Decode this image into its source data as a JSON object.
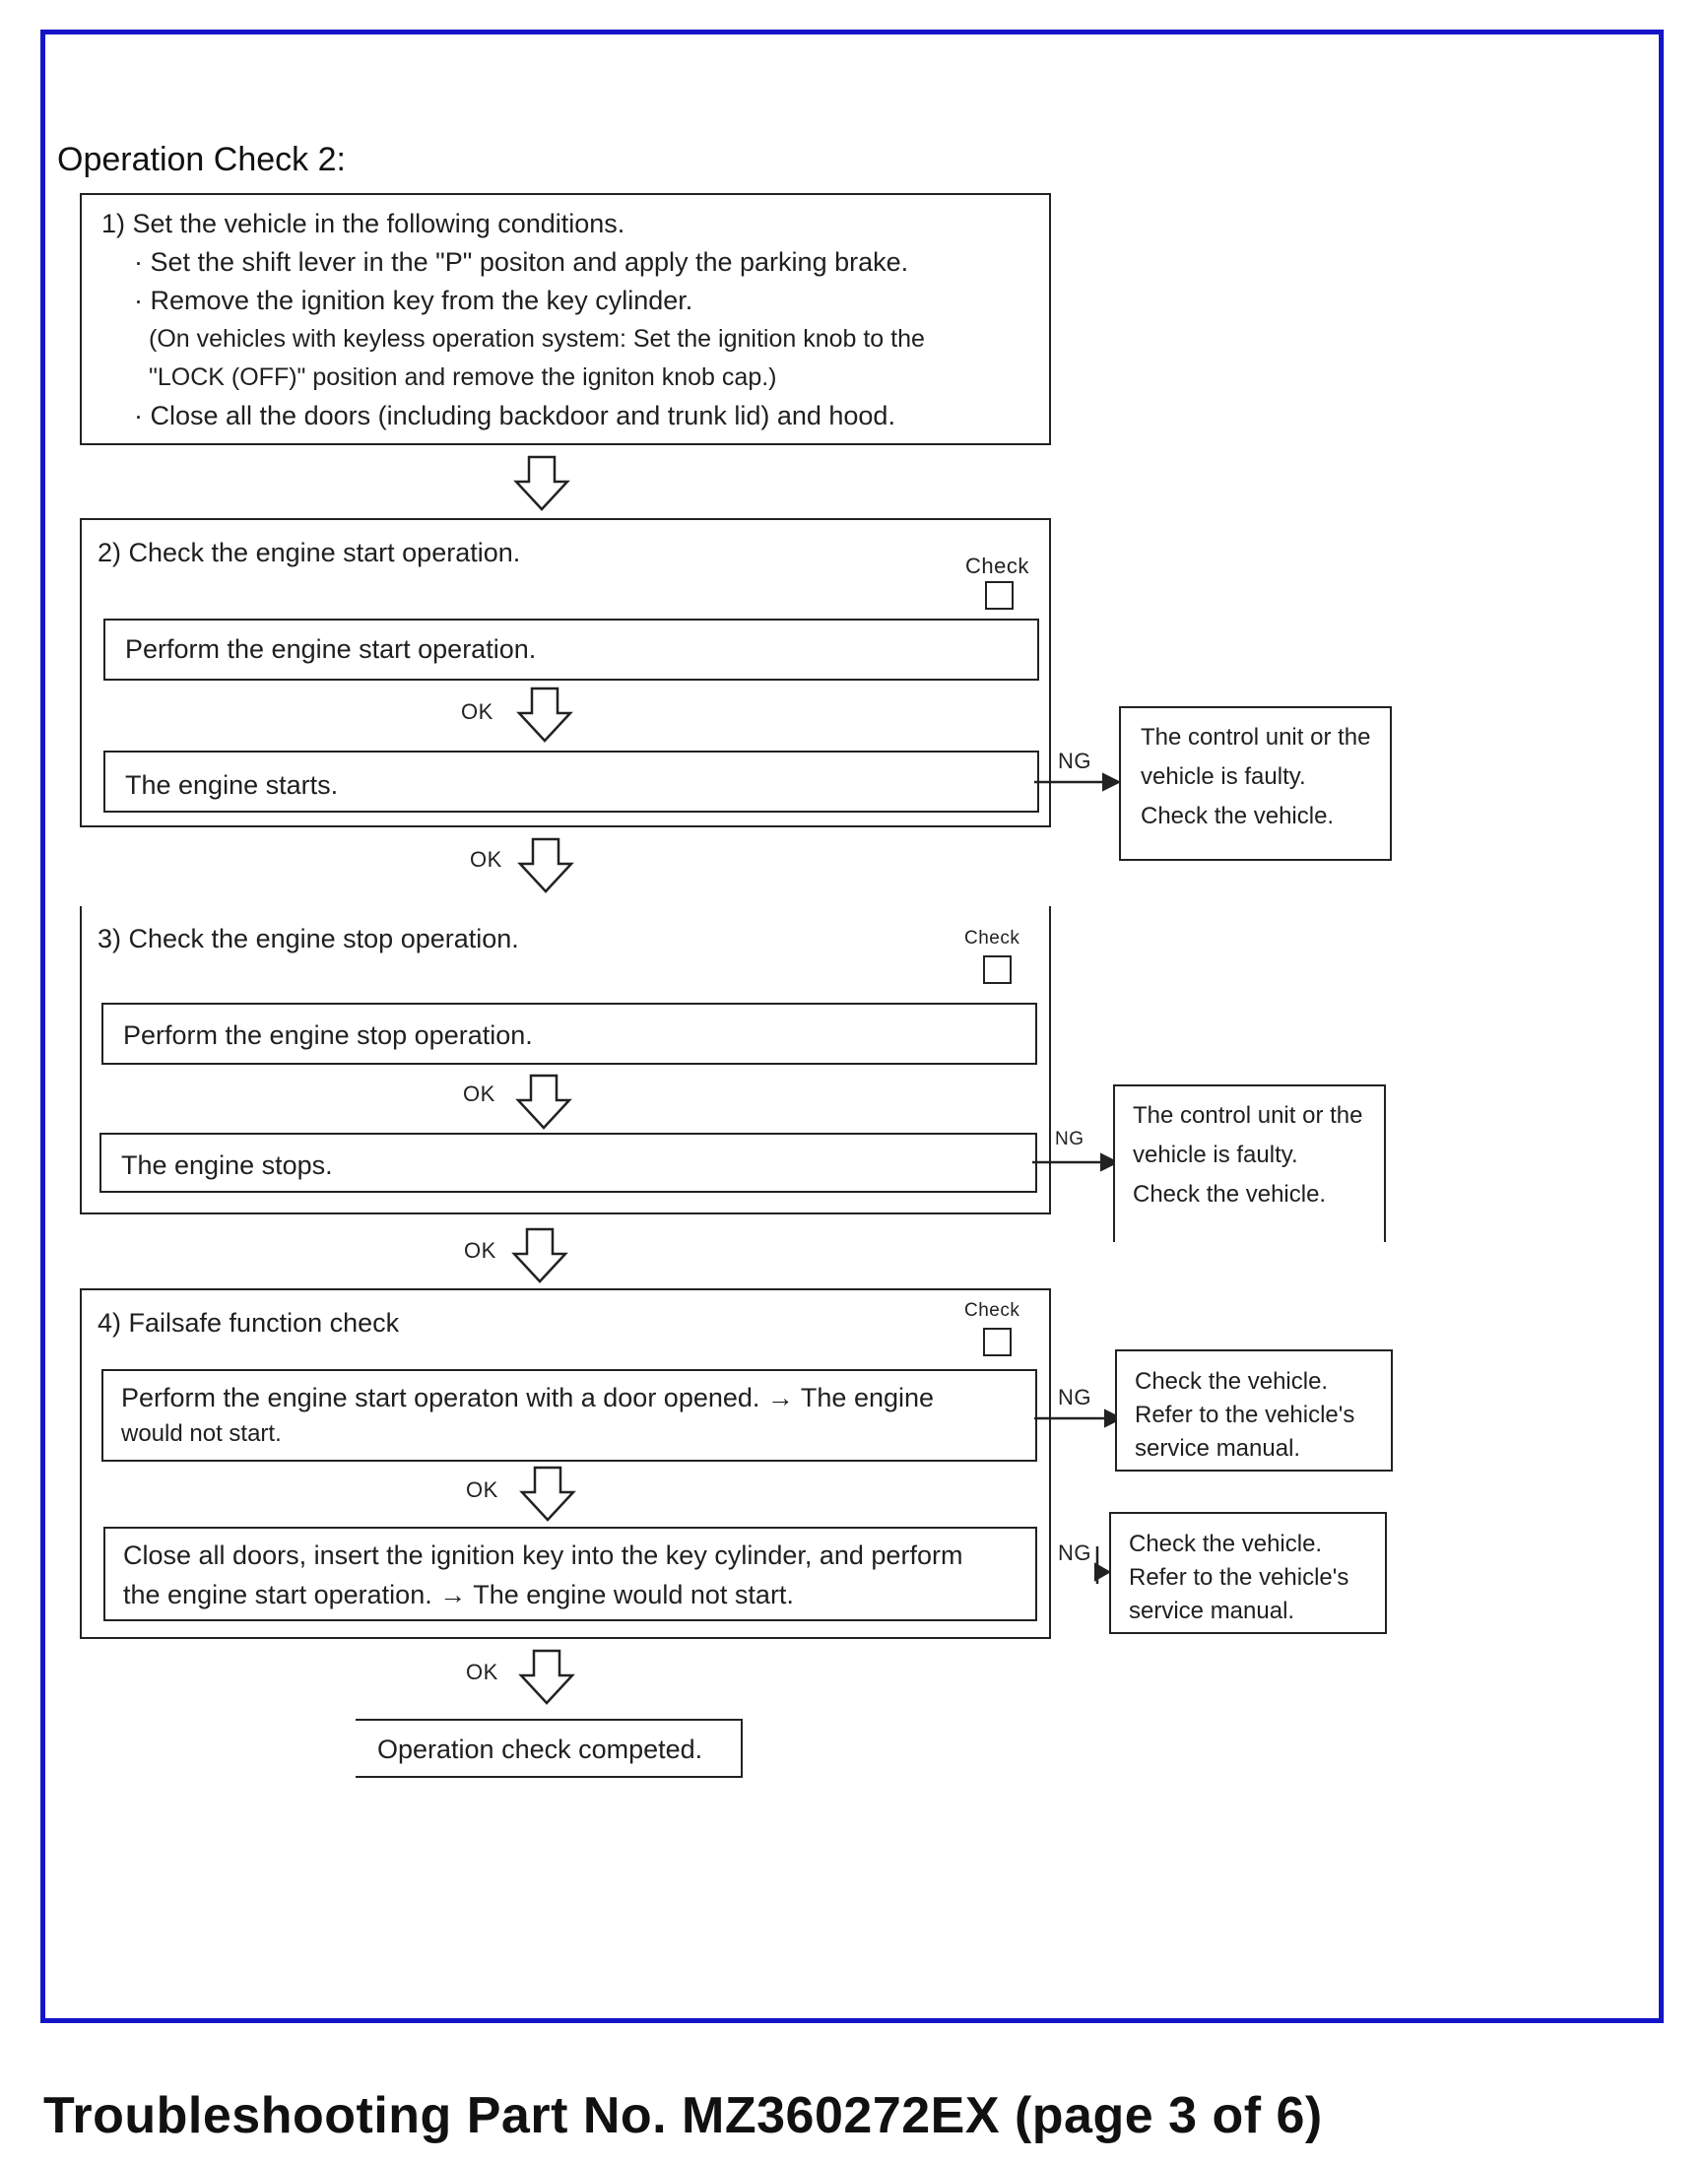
{
  "title": "Operation Check 2:",
  "step1": {
    "heading": "1) Set the vehicle in the following conditions.",
    "lines": [
      "· Set the shift lever in the \"P\" positon and apply the parking brake.",
      "· Remove the ignition key from the key cylinder.",
      "(On vehicles with keyless operation system: Set the ignition knob to the",
      "\"LOCK (OFF)\" position and remove the igniton knob cap.)",
      "· Close all the doors (including backdoor and trunk lid) and hood."
    ]
  },
  "step2": {
    "heading": "2) Check the engine start operation.",
    "check_label": "Check",
    "action": "Perform the engine start operation.",
    "result": "The engine starts.",
    "ok_label": "OK",
    "ng_label": "NG",
    "ng_box": [
      "The control unit or the",
      "vehicle is faulty.",
      "Check the vehicle."
    ]
  },
  "step3": {
    "heading": "3) Check the engine stop operation.",
    "check_label": "Check",
    "action": "Perform the engine stop operation.",
    "result": "The engine stops.",
    "ok_label": "OK",
    "ng_label": "NG",
    "ng_box": [
      "The control unit or the",
      "vehicle is faulty.",
      "Check the vehicle."
    ]
  },
  "step4": {
    "heading": "4) Failsafe function check",
    "check_label": "Check",
    "action1": [
      "Perform the engine start operaton with a door opened. → The engine",
      "would not start."
    ],
    "action2": [
      "Close all doors, insert the ignition key into the key cylinder, and perform",
      "the engine start operation. → The engine would not start."
    ],
    "ok_label": "OK",
    "ng_label": "NG",
    "ng_box1": [
      "Check the vehicle.",
      "Refer to the vehicle's",
      "service manual."
    ],
    "ng_box2": [
      "Check the vehicle.",
      "Refer to the vehicle's",
      "service manual."
    ]
  },
  "between_ok": "OK",
  "completed": "Operation check competed.",
  "footer": "Troubleshooting Part No. MZ360272EX (page 3 of 6)"
}
